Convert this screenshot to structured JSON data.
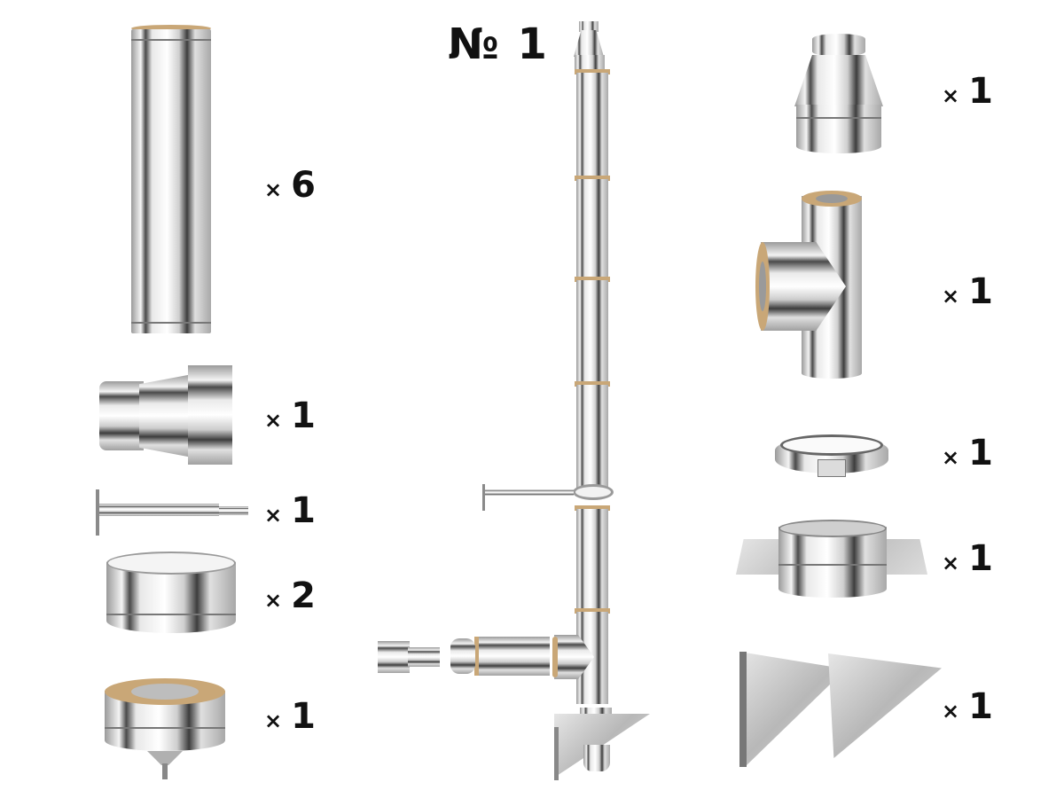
{
  "kit": {
    "title": "№ 1"
  },
  "components": [
    {
      "id": "pipe-straight",
      "label": "straight-sandwich-pipe",
      "quantity_prefix": "×",
      "quantity": "6"
    },
    {
      "id": "adapter-reducer",
      "label": "reducer-adapter",
      "quantity_prefix": "×",
      "quantity": "1"
    },
    {
      "id": "wall-bracket-rod",
      "label": "wall-mount-rod-bracket",
      "quantity_prefix": "×",
      "quantity": "1"
    },
    {
      "id": "collar-ring",
      "label": "collar-ring",
      "quantity_prefix": "×",
      "quantity": "2"
    },
    {
      "id": "condensate-plug",
      "label": "condensate-drain-plug",
      "quantity_prefix": "×",
      "quantity": "1"
    },
    {
      "id": "cone-cap",
      "label": "cone-terminal-cap",
      "quantity_prefix": "×",
      "quantity": "1"
    },
    {
      "id": "tee-90",
      "label": "tee-90-degree",
      "quantity_prefix": "×",
      "quantity": "1"
    },
    {
      "id": "clamp",
      "label": "pipe-clamp",
      "quantity_prefix": "×",
      "quantity": "1"
    },
    {
      "id": "pass-through",
      "label": "wall-pass-through-unit",
      "quantity_prefix": "×",
      "quantity": "1"
    },
    {
      "id": "support-console",
      "label": "support-console-brackets",
      "quantity_prefix": "×",
      "quantity": "1"
    }
  ],
  "colors": {
    "text": "#111111",
    "background": "#ffffff",
    "steel": "#d8d8d8",
    "insulation": "#c9a777"
  }
}
